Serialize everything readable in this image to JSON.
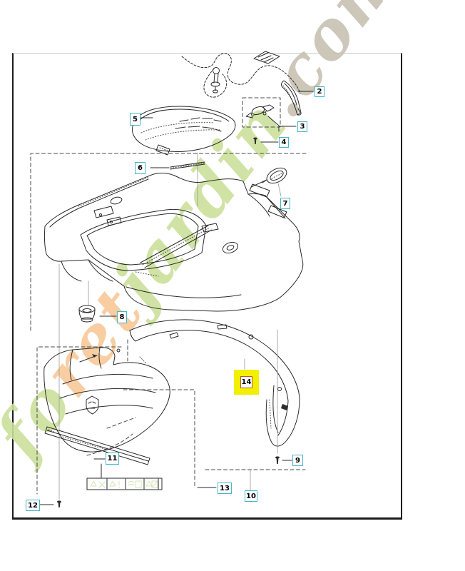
{
  "watermark": {
    "text": "foretjardin.com",
    "segments": [
      {
        "text": "fo",
        "color": "#cbe09c"
      },
      {
        "text": "ret",
        "color": "#f8c897"
      },
      {
        "text": "jardin",
        "color": "#cbe09c"
      },
      {
        "text": ".com",
        "color": "#c8c1b2"
      }
    ]
  },
  "diagram": {
    "type": "exploded-parts-diagram",
    "callout_border_color": "#45b6c6",
    "highlight": {
      "fill": "#f2ef00",
      "border": "#b2543a"
    },
    "callouts": [
      {
        "label": "2",
        "highlighted": false
      },
      {
        "label": "3",
        "highlighted": false
      },
      {
        "label": "4",
        "highlighted": false
      },
      {
        "label": "5",
        "highlighted": false
      },
      {
        "label": "6",
        "highlighted": false
      },
      {
        "label": "7",
        "highlighted": false
      },
      {
        "label": "8",
        "highlighted": false
      },
      {
        "label": "9",
        "highlighted": false
      },
      {
        "label": "10",
        "highlighted": false
      },
      {
        "label": "11",
        "highlighted": false
      },
      {
        "label": "12",
        "highlighted": false
      },
      {
        "label": "13",
        "highlighted": false
      },
      {
        "label": "14",
        "highlighted": true
      }
    ],
    "warning_label_icons": [
      "warning-triangle-icon",
      "rotating-blade-icon",
      "warning-triangle-icon",
      "exclamation-icon",
      "keep-distance-icon",
      "read-manual-icon",
      "warning-triangle-icon",
      "no-ride-icon"
    ]
  }
}
